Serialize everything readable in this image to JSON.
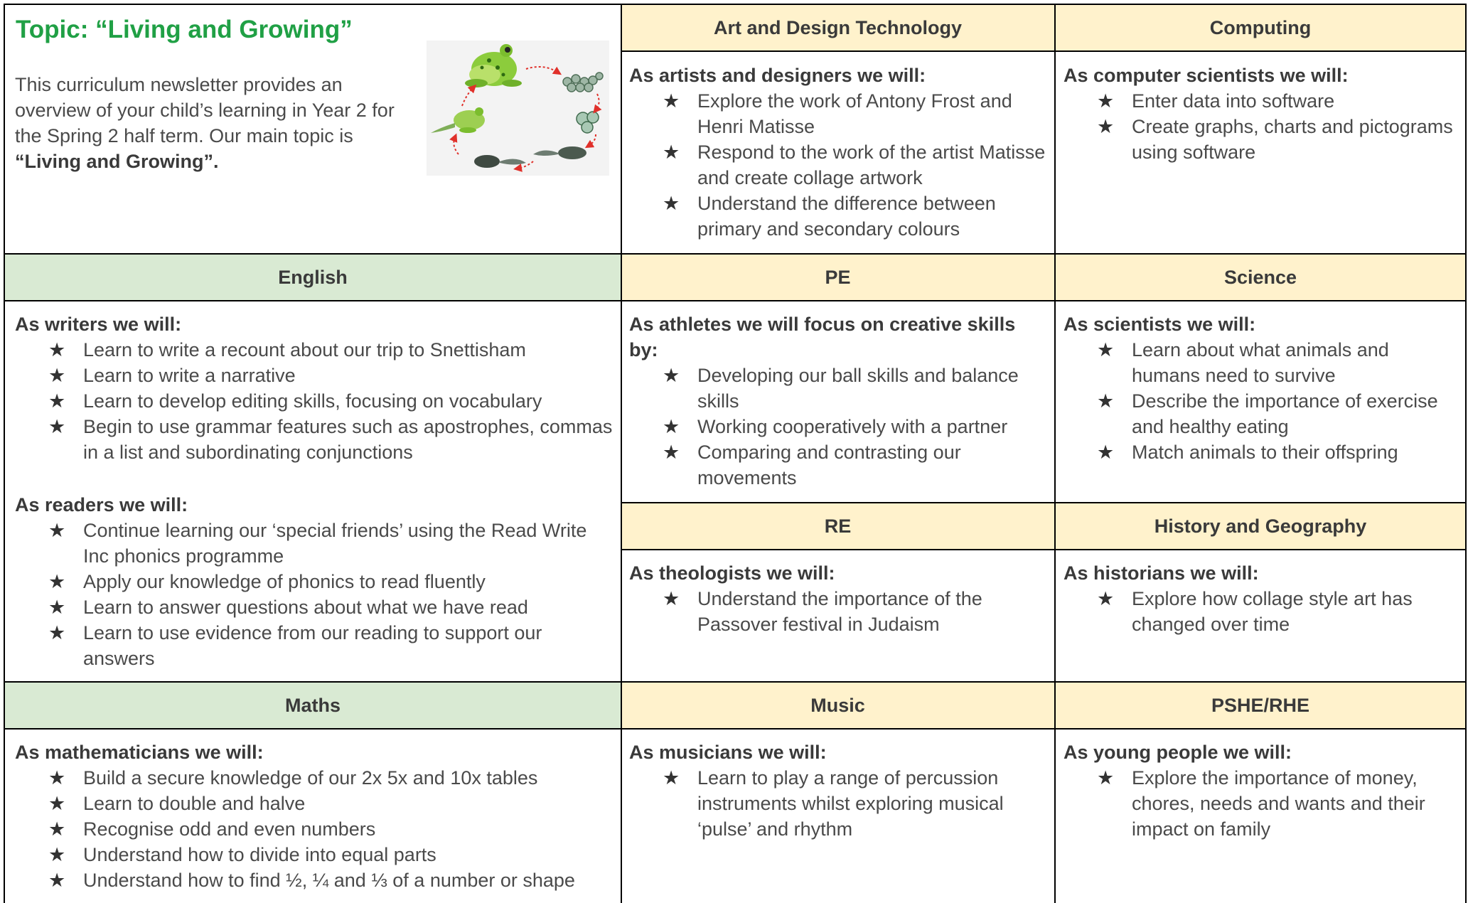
{
  "topic": {
    "title": "Topic: “Living and Growing”",
    "intro_text": "This curriculum newsletter provides an overview of your child’s learning in Year 2 for the Spring 2 half term. Our main topic is ",
    "intro_bold": "“Living and Growing”.",
    "image_icon": "frog-life-cycle-illustration"
  },
  "colors": {
    "yellow_header": "#fff2cc",
    "green_header": "#d9ead3",
    "topic_green": "#20a045",
    "arrow_red": "#e0302a"
  },
  "bullet_glyph": "★",
  "art": {
    "header": "Art and Design Technology",
    "lead": "As artists and designers we will:",
    "items": [
      "Explore the work of Antony Frost and Henri Matisse",
      "Respond to the work of the artist Matisse and create collage artwork",
      "Understand the difference between primary and secondary colours"
    ]
  },
  "computing": {
    "header": "Computing",
    "lead": "As computer scientists we will:",
    "items": [
      "Enter data into software",
      "Create graphs, charts and pictograms using software"
    ]
  },
  "english": {
    "header": "English",
    "writers_lead": "As writers we will:",
    "writers": [
      "Learn to write a recount about our trip to Snettisham",
      "Learn to write a narrative",
      "Learn to develop editing skills, focusing on vocabulary",
      "Begin to use grammar features such as apostrophes, commas in a list and subordinating conjunctions"
    ],
    "readers_lead": "As readers we will:",
    "readers": [
      "Continue learning our ‘special friends’ using the Read Write Inc phonics programme",
      "Apply our knowledge of phonics to read fluently",
      "Learn to answer questions about what we have read",
      "Learn to use evidence from our reading to support our answers"
    ]
  },
  "pe": {
    "header": "PE",
    "lead": "As athletes we will focus on creative skills by:",
    "items": [
      "Developing our ball skills and balance skills",
      "Working cooperatively with a partner",
      "Comparing and contrasting our movements"
    ]
  },
  "science": {
    "header": "Science",
    "lead": "As scientists we will:",
    "items": [
      "Learn about what animals and humans need to survive",
      "Describe the importance of exercise and healthy eating",
      "Match animals to their offspring"
    ]
  },
  "re": {
    "header": "RE",
    "lead": "As theologists we will:",
    "items": [
      "Understand the importance of the Passover festival in Judaism"
    ]
  },
  "history": {
    "header": "History and Geography",
    "lead": "As historians we will:",
    "items": [
      "Explore how collage style art has changed over time"
    ]
  },
  "maths": {
    "header": "Maths",
    "lead": "As mathematicians we will:",
    "items": [
      "Build a secure knowledge of our 2x 5x and 10x tables",
      "Learn to double and halve",
      "Recognise odd and even numbers",
      "Understand how to divide into equal parts",
      "Understand how to find ½, ¼ and ⅓ of a number or shape"
    ]
  },
  "music": {
    "header": "Music",
    "lead": "As musicians we will:",
    "items": [
      "Learn to play a range of percussion instruments whilst exploring musical ‘pulse’ and rhythm"
    ]
  },
  "pshe": {
    "header": "PSHE/RHE",
    "lead": "As young people we will:",
    "items": [
      "Explore the importance of money, chores, needs and wants and their impact on family"
    ]
  }
}
